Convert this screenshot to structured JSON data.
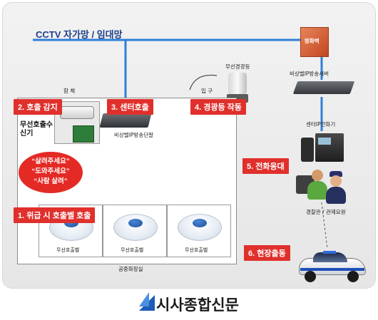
{
  "network_label": "CCTV 자가망 / 임대망",
  "firewall_label": "방화벽",
  "server_label": "비상벨IP방송서버",
  "center_phone_label": "센터IP전화기",
  "police_label": "경찰관 / 관제요원",
  "beacon_label": "무선경광등",
  "entrance_label": "입 구",
  "enclosure_label": "함 체",
  "receiver_label": "무선호출수신기",
  "terminal_label": "비상벨IP방송단말",
  "steps": {
    "s1": "1. 위급 시 호출벨 호출",
    "s2": "2. 호출 감지",
    "s3": "3. 센터호출",
    "s4": "4. 경광등 작동",
    "s5": "5. 전화응대",
    "s6": "6. 현장출동"
  },
  "speech": {
    "line1": "“살려주세요”",
    "line2": "“도와주세요”",
    "line3": "“사람 살려”"
  },
  "bell_labels": [
    "무선호출벨",
    "무선호출벨",
    "무선호출벨"
  ],
  "restroom_label": "공중화장실",
  "logo_text": "시사종합신문",
  "colors": {
    "network_line": "#2f7fd8",
    "alert_red": "#e0302c",
    "firewall": "#d9603a"
  }
}
